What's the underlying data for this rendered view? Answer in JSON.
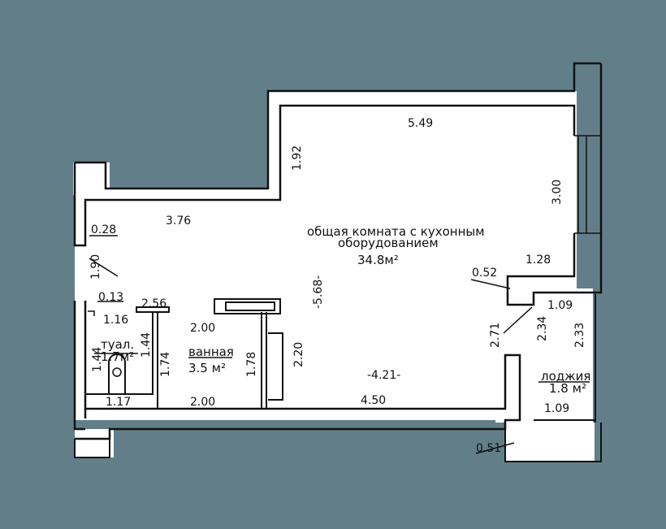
{
  "colors": {
    "background": "#627f89",
    "paper": "#ffffff",
    "ink": "#111111"
  },
  "rooms": {
    "living": {
      "name_line1": "общая комната с кухонным",
      "name_line2": "оборудованием",
      "area": "34.8м²"
    },
    "bath": {
      "name": "ванная",
      "area": "3.5 м²"
    },
    "toilet": {
      "name": "туал.",
      "area": "1.7м²"
    },
    "loggia": {
      "name": "лоджия",
      "area": "1.8 м²"
    }
  },
  "dimensions": {
    "d_549": "5.49",
    "d_192": "1.92",
    "d_300": "3.00",
    "d_376": "3.76",
    "d_028": "0.28",
    "d_190": "1.90",
    "d_568": "-5.68-",
    "d_128": "1.28",
    "d_052": "0.52",
    "d_013": "0.13",
    "d_116": "1.16",
    "d_256": "2.56",
    "d_200_top": "2.00",
    "d_109_top": "1.09",
    "d_271": "2.71",
    "d_234": "2.34",
    "d_233": "2.33",
    "d_144_left": "1.44",
    "d_144_right": "1.44",
    "d_174": "1.74",
    "d_178": "1.78",
    "d_220": "2.20",
    "d_421": "-4.21-",
    "d_117": "1.17",
    "d_200_bottom": "2.00",
    "d_450": "4.50",
    "d_109_bottom": "1.09",
    "d_051": "0.51"
  }
}
